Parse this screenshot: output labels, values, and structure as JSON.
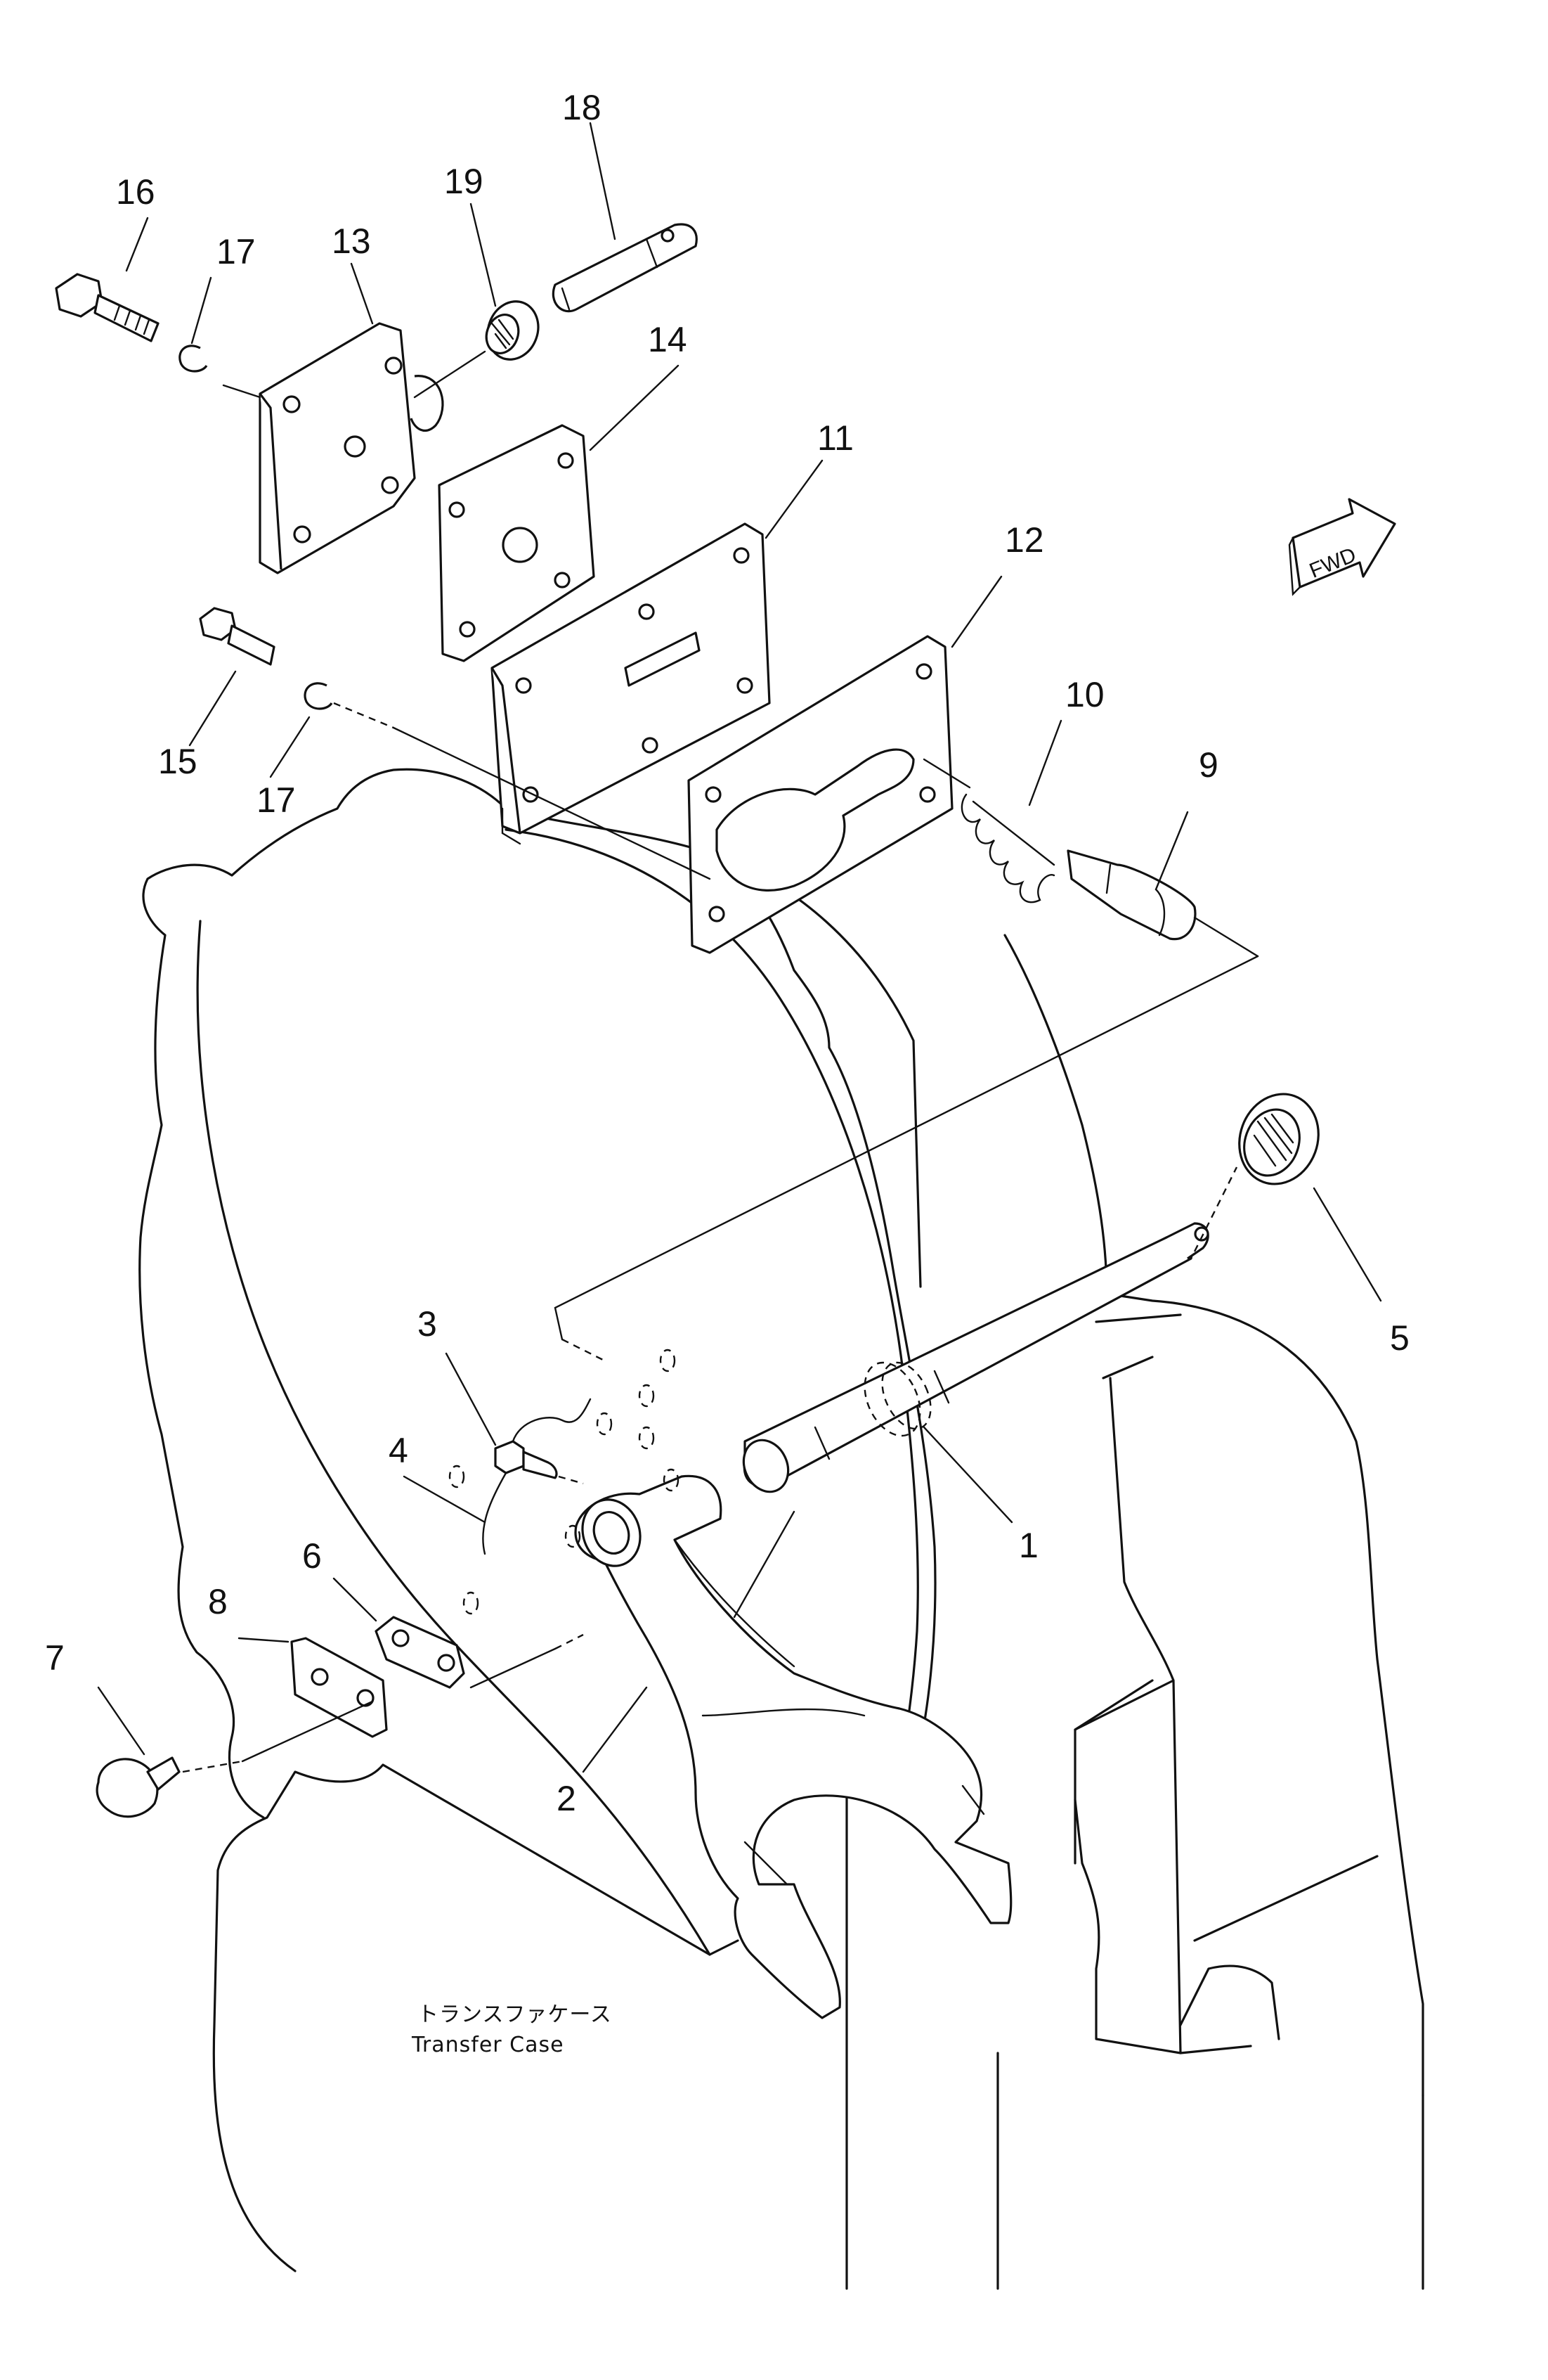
{
  "caption": {
    "japanese": "トランスファケース",
    "english": "Transfer Case"
  },
  "direction_label": "FWD",
  "part_numbers": [
    "1",
    "2",
    "3",
    "4",
    "5",
    "6",
    "7",
    "8",
    "9",
    "10",
    "11",
    "12",
    "13",
    "14",
    "15",
    "16",
    "17",
    "17",
    "18",
    "19"
  ]
}
